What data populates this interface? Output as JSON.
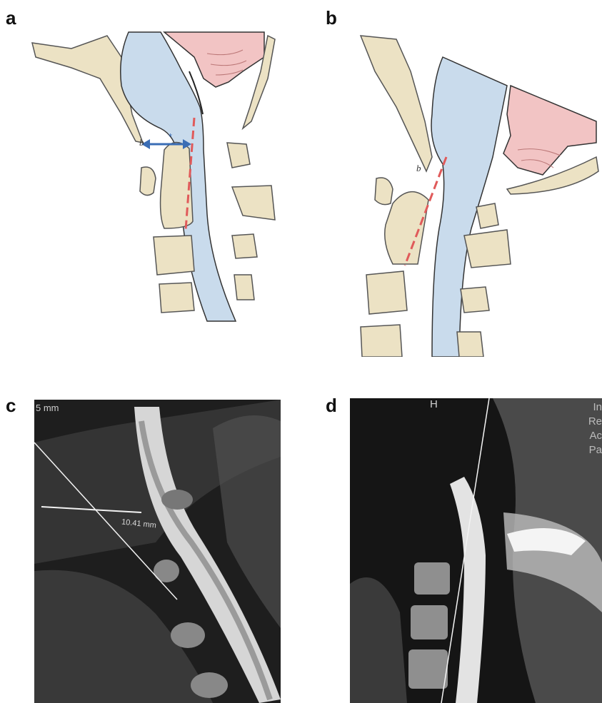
{
  "panels": [
    {
      "letter": "a",
      "bone_label": "b",
      "arrow_label": "*"
    },
    {
      "letter": "b",
      "bone_label": "b"
    },
    {
      "letter": "c",
      "top_text": "5 mm",
      "measure_text": "10.41 mm"
    },
    {
      "letter": "d",
      "top_text": "H",
      "side_text": [
        "In",
        "Re",
        "Ac",
        "Pa"
      ]
    }
  ],
  "colors": {
    "bone": "#ece2c4",
    "bone_outline": "#555555",
    "cord": "#c9dbec",
    "cord_outline": "#333333",
    "cerebellum": "#f2c4c4",
    "dashed_line": "#e05a5a",
    "arrow": "#3a6db5"
  }
}
